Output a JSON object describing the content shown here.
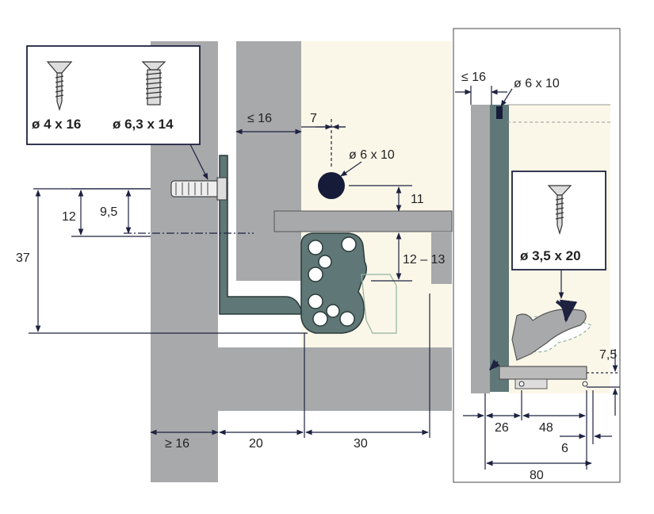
{
  "colors": {
    "wood": "#a7a9ab",
    "rail": "#5f7776",
    "cream": "#fbf7e8",
    "line": "#1e2240"
  },
  "screws_box": {
    "left_label": "ø 4 x 16",
    "right_label": "ø 6,3 x 14"
  },
  "clip_box": {
    "label": "ø 3,5 x 20"
  },
  "dimensions": {
    "max16_top": "≤ 16",
    "seven": "7",
    "dia_6x10_center": "ø 6 x 10",
    "eleven": "11",
    "twelve_thirteen": "12 – 13",
    "twelve": "12",
    "nine_five": "9,5",
    "thirtyseven": "37",
    "min16_bottom": "≥ 16",
    "twenty": "20",
    "thirty": "30",
    "max16_right": "≤ 16",
    "dia_6x10_right": "ø 6 x 10",
    "seven_five": "7,5",
    "twentysix": "26",
    "fortyeight": "48",
    "six": "6",
    "eighty": "80"
  }
}
